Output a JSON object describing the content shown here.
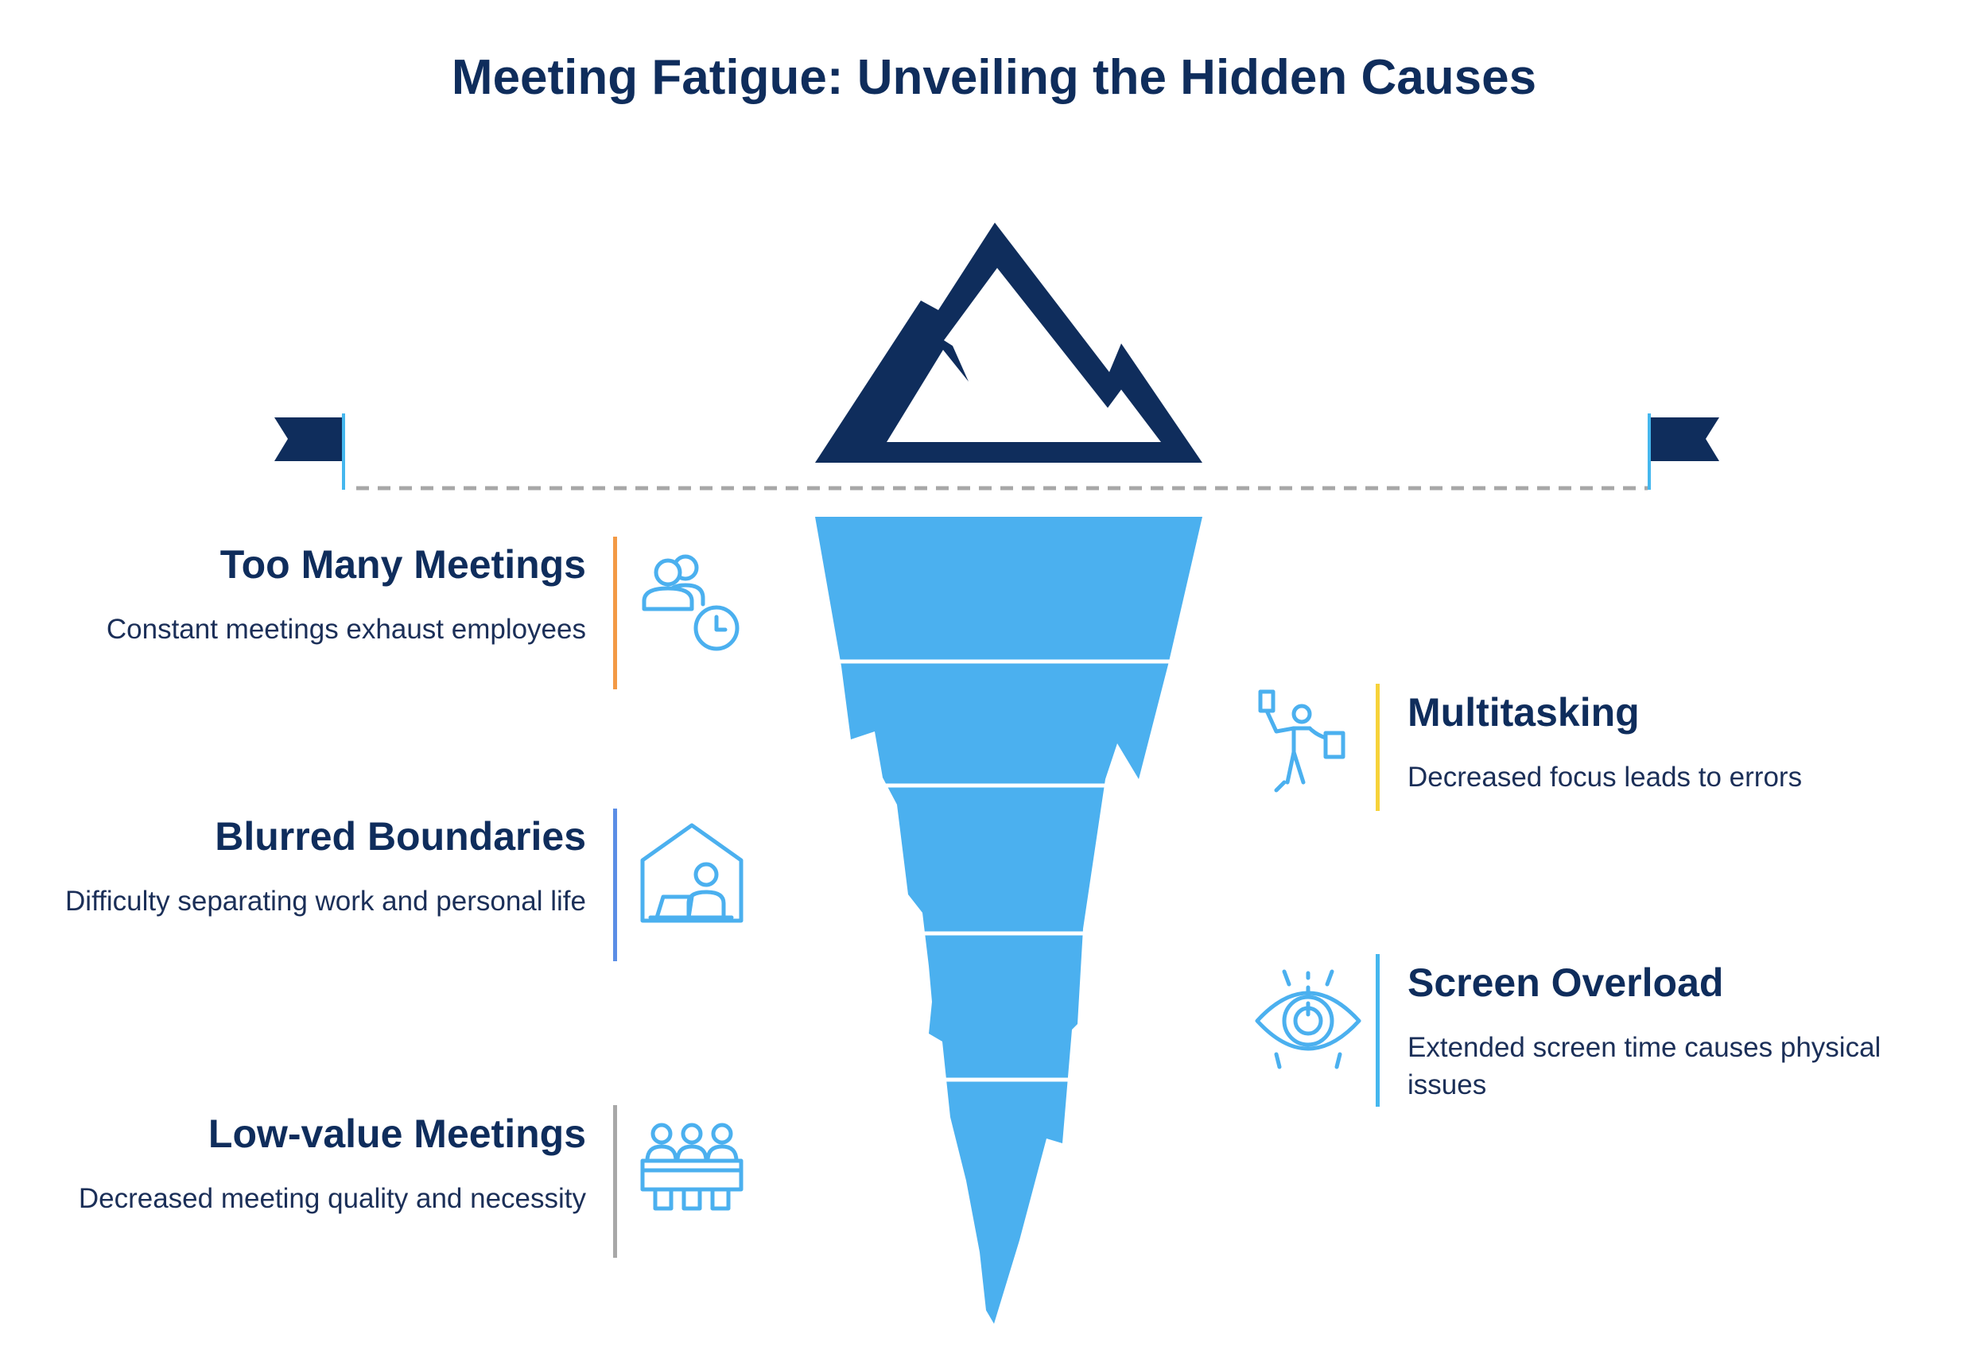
{
  "title": "Meeting Fatigue: Unveiling the Hidden Causes",
  "colors": {
    "navy": "#0f2d5c",
    "ice": "#4bb0ef",
    "dash": "#a7a7a7",
    "accent_orange": "#f39a45",
    "accent_blue": "#5b8ee6",
    "accent_gray": "#a8a8a8",
    "accent_yellow": "#f7d23a",
    "accent_light_blue": "#45b7ee"
  },
  "causes": [
    {
      "id": "too-many-meetings",
      "title": "Too Many Meetings",
      "description": "Constant meetings exhaust employees",
      "icon": "people-clock-icon",
      "accent": "#f39a45"
    },
    {
      "id": "blurred-boundaries",
      "title": "Blurred Boundaries",
      "description": "Difficulty separating work and personal life",
      "icon": "home-office-icon",
      "accent": "#5b8ee6"
    },
    {
      "id": "low-value-meetings",
      "title": "Low-value Meetings",
      "description": "Decreased meeting quality and necessity",
      "icon": "meeting-table-icon",
      "accent": "#a8a8a8"
    },
    {
      "id": "multitasking",
      "title": "Multitasking",
      "description": "Decreased focus leads to errors",
      "icon": "juggling-person-icon",
      "accent": "#f7d23a"
    },
    {
      "id": "screen-overload",
      "title": "Screen Overload",
      "description": "Extended screen time causes physical issues",
      "icon": "eye-icon",
      "accent": "#45b7ee"
    }
  ]
}
